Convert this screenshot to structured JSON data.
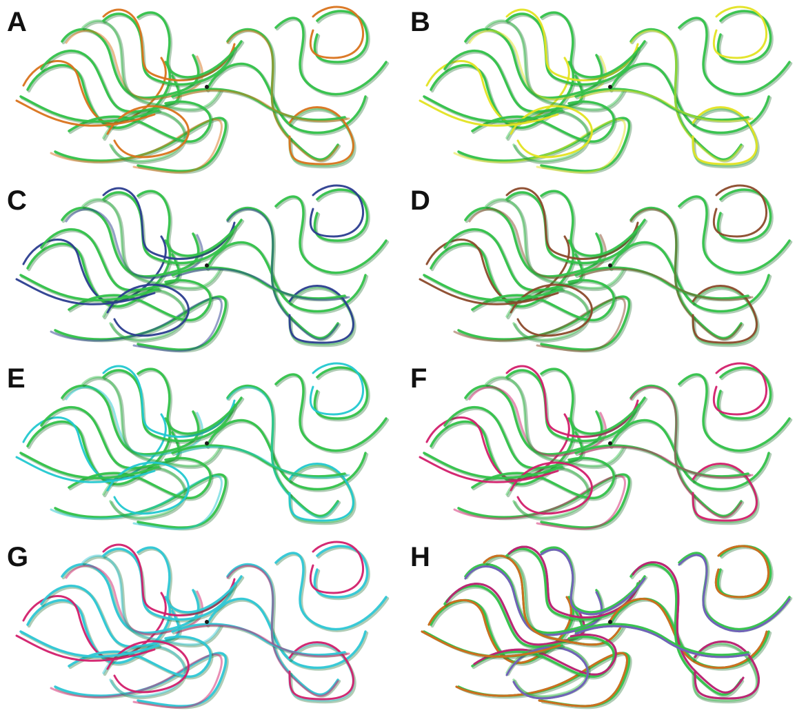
{
  "figure": {
    "panels": [
      {
        "label": "A",
        "overlay_color": "#d9731c",
        "overlay_name": "orange"
      },
      {
        "label": "B",
        "overlay_color": "#e3e322",
        "overlay_name": "yellow"
      },
      {
        "label": "C",
        "overlay_color": "#2b3d8f",
        "overlay_name": "navy"
      },
      {
        "label": "D",
        "overlay_color": "#8b4a2b",
        "overlay_name": "brown"
      },
      {
        "label": "E",
        "overlay_color": "#22c8d0",
        "overlay_name": "cyan"
      },
      {
        "label": "F",
        "overlay_color": "#d21f6c",
        "overlay_name": "magenta"
      },
      {
        "label": "G",
        "overlay_color": "#d21f6c",
        "overlay_name": "magenta",
        "base_color": "#2ec7d6"
      },
      {
        "label": "H",
        "overlay_color": "multi",
        "overlay_name": "all-structures"
      }
    ],
    "base_color": "#33c24a",
    "shadow_color": "#1d6e2a",
    "multi_colors": [
      "#33c24a",
      "#e3e322",
      "#2b3d8f",
      "#8b4a2b",
      "#22c8d0",
      "#d21f6c",
      "#d9731c",
      "#7b4fb8"
    ]
  }
}
